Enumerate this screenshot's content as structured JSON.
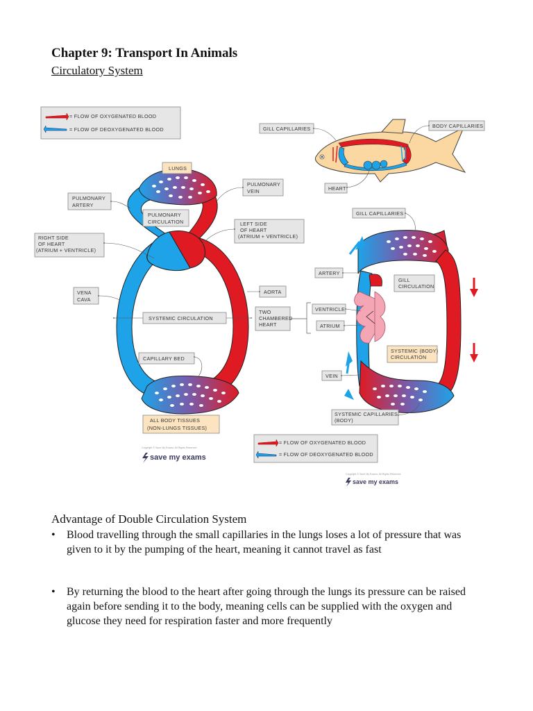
{
  "header": {
    "title": "Chapter 9: Transport In Animals",
    "subtitle": "Circulatory System"
  },
  "diagram1": {
    "legend": {
      "oxygenated": "= FLOW OF OXYGENATED BLOOD",
      "deoxygenated": "= FLOW OF DEOXYGENATED BLOOD"
    },
    "labels": {
      "lungs": "LUNGS",
      "pulmonary_artery": [
        "PULMONARY",
        "ARTERY"
      ],
      "pulmonary_vein": [
        "PULMONARY",
        "VEIN"
      ],
      "pulmonary_circulation": [
        "PULMONARY",
        "CIRCULATION"
      ],
      "left_side_of_heart": [
        "LEFT SIDE",
        "OF HEART",
        "(ATRIUM + VENTRICLE)"
      ],
      "right_side_of_heart": [
        "RIGHT SIDE",
        "OF HEART",
        "(ATRIUM + VENTRICLE)"
      ],
      "vena_cava": [
        "VENA",
        "CAVA"
      ],
      "aorta": "AORTA",
      "systemic_circulation": "SYSTEMIC CIRCULATION",
      "capillary_bed": "CAPILLARY BED",
      "all_body_tissues": [
        "ALL BODY TISSUES",
        "(NON-LUNGS TISSUES)"
      ]
    },
    "copyright": "Copyright © Save My Exams. All Rights Reserved",
    "brand": "save my exams"
  },
  "diagram2": {
    "labels": {
      "gill_capillaries_fish": "GILL CAPILLARIES",
      "body_capillaries": "BODY CAPILLARIES",
      "heart": "HEART",
      "gill_capillaries": "GILL CAPILLARIES",
      "artery": "ARTERY",
      "gill_circulation": [
        "GILL",
        "CIRCULATION"
      ],
      "two_chambered_heart": [
        "TWO",
        "CHAMBERED",
        "HEART"
      ],
      "ventricle": "VENTRICLE",
      "atrium": "ATRIUM",
      "systemic_body_circulation": [
        "SYSTEMIC (BODY)",
        "CIRCULATION"
      ],
      "vein": "VEIN",
      "systemic_capillaries": [
        "SYSTEMIC CAPILLARIES",
        "(BODY)"
      ]
    },
    "legend": {
      "oxygenated": "= FLOW OF OXYGENATED BLOOD",
      "deoxygenated": "= FLOW OF DEOXYGENATED BLOOD"
    },
    "copyright": "Copyright © Save My Exams. All Rights Reserved",
    "brand": "save my exams"
  },
  "advantages": {
    "heading": "Advantage of Double Circulation System",
    "items": [
      "Blood travelling through the small capillaries in the lungs loses a lot of pressure that was given to it by the pumping of the heart, meaning it cannot travel as fast",
      "By returning the blood to the heart after going through the lungs its pressure can be raised again before sending it to the body, meaning cells can be supplied with the oxygen and glucose they need for respiration faster and more frequently"
    ]
  },
  "colors": {
    "oxygenated": "#e01a22",
    "deoxygenated": "#1ea3e8",
    "fish_body": "#fbd7a1",
    "heart_pink": "#f4a6b4",
    "label_box": "#e6e6e6",
    "highlight_box": "#fde4c0"
  }
}
